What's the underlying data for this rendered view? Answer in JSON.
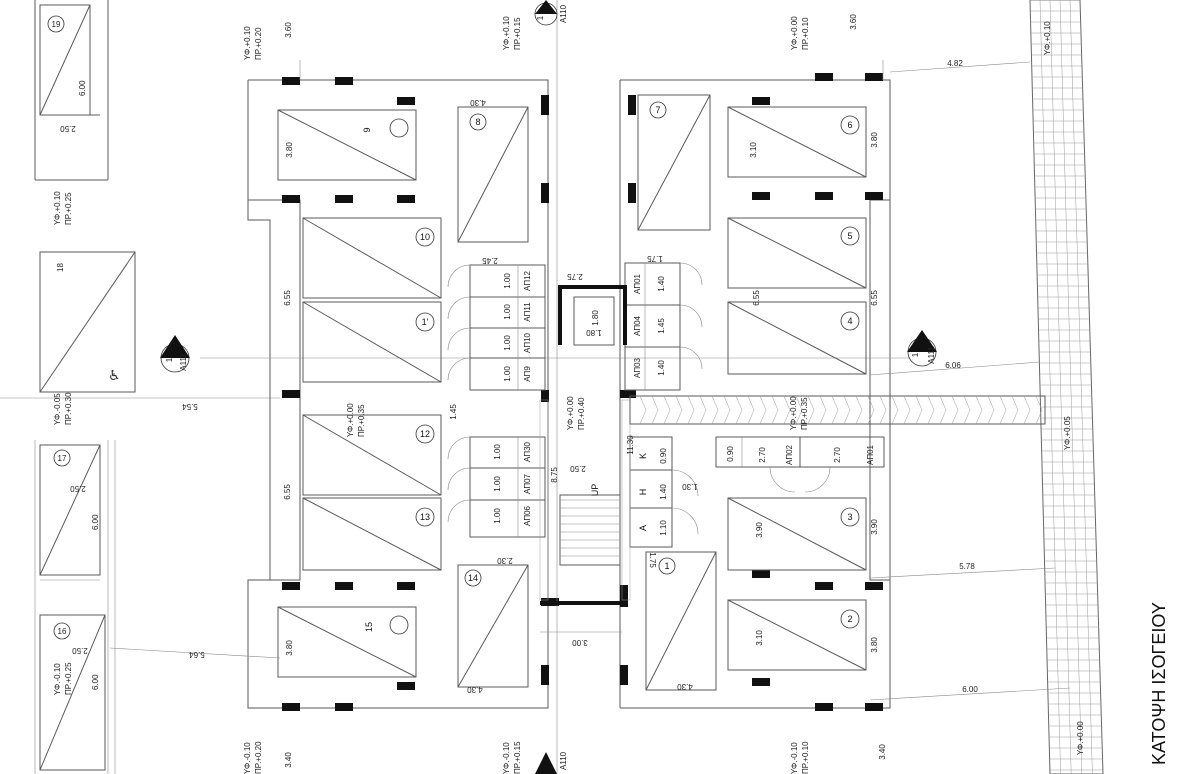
{
  "plan_title": "ΚΑΤΟΨΗ ΙΣΟΓΕΙΟΥ",
  "parking_spaces": [
    {
      "id": "19"
    },
    {
      "id": "18"
    },
    {
      "id": "17"
    },
    {
      "id": "16"
    },
    {
      "id": "15"
    },
    {
      "id": "14"
    },
    {
      "id": "13"
    },
    {
      "id": "12"
    },
    {
      "id": "1'"
    },
    {
      "id": "10"
    },
    {
      "id": "9"
    },
    {
      "id": "8"
    },
    {
      "id": "7"
    },
    {
      "id": "6"
    },
    {
      "id": "5"
    },
    {
      "id": "4"
    },
    {
      "id": "3"
    },
    {
      "id": "2"
    },
    {
      "id": "1"
    }
  ],
  "storage_rooms": [
    {
      "code": "ΑΠ12",
      "width": "1.00"
    },
    {
      "code": "ΑΠ11",
      "width": "1.00"
    },
    {
      "code": "ΑΠ10",
      "width": "1.00"
    },
    {
      "code": "ΑΠ9",
      "width": "1.00"
    },
    {
      "code": "ΑΠ30",
      "width": "1.00"
    },
    {
      "code": "ΑΠ07",
      "width": "1.00"
    },
    {
      "code": "ΑΠ06",
      "width": "1.00"
    },
    {
      "code": "ΑΠ01",
      "width": "1.40"
    },
    {
      "code": "ΑΠ04",
      "width": "1.45"
    },
    {
      "code": "ΑΠ03",
      "width": "1.40"
    },
    {
      "code": "ΑΠ02",
      "width": "2.70"
    },
    {
      "code": "ΑΠ01",
      "width": "2.70"
    }
  ],
  "levels": [
    {
      "yf": "ΥΦ.+0.10",
      "pr": "ΠΡ.+0.20"
    },
    {
      "yf": "ΥΦ.+0.10",
      "pr": "ΠΡ.+0.15"
    },
    {
      "yf": "ΥΦ.+0.00",
      "pr": "ΠΡ.+0.10"
    },
    {
      "yf": "ΥΦ.+0.10",
      "pr": "ΠΡ.+0.25"
    },
    {
      "yf": "ΥΦ.-0.05",
      "pr": "ΠΡ.+0.30"
    },
    {
      "yf": "ΥΦ.+0.00",
      "pr": "ΠΡ.+0.35"
    },
    {
      "yf": "ΥΦ.+0.00",
      "pr": "ΠΡ.+0.40"
    },
    {
      "yf": "ΥΦ.+0.00",
      "pr": "ΠΡ.+0.35"
    },
    {
      "yf": "ΥΦ.-0.10",
      "pr": "ΠΡ.+0.25"
    },
    {
      "yf": "ΥΦ.-0.10",
      "pr": "ΠΡ.+0.20"
    },
    {
      "yf": "ΥΦ.-0.10",
      "pr": "ΠΡ.+0.15"
    },
    {
      "yf": "ΥΦ.-0.10",
      "pr": "ΠΡ.+0.10"
    }
  ],
  "road_levels": [
    "ΥΦ.+0.10",
    "ΥΦ.+0.05",
    "ΥΦ.+0.00"
  ],
  "section_marks": [
    {
      "num": "1",
      "ref": "Α110"
    },
    {
      "num": "1",
      "ref": "Α111"
    },
    {
      "num": "1",
      "ref": "Α111"
    },
    {
      "num": "1",
      "ref": "Α110"
    }
  ],
  "dimensions": {
    "d_360_top": "3.60",
    "d_360_top2": "3.60",
    "d_482": "4.82",
    "d_430_a": "4.30",
    "d_380_a": "3.80",
    "d_380_b": "3.80",
    "d_310_a": "3.10",
    "d_245": "2.45",
    "d_275": "2.75",
    "d_175_a": "1.75",
    "d_180": "1.80",
    "d_180_b": "1.80",
    "d_655_a": "6.55",
    "d_655_b": "6.55",
    "d_655_c": "6.55",
    "d_606": "6.06",
    "d_554": "5.54",
    "d_145": "1.45",
    "d_1130": "11.30",
    "d_875": "8.75",
    "d_250": "2.50",
    "d_090": "0.90",
    "d_130": "1.30",
    "d_140_b": "1.40",
    "d_110": "1.10",
    "d_175_b": "1.75",
    "d_230": "2.30",
    "d_390_a": "3.90",
    "d_390_b": "3.90",
    "d_578": "5.78",
    "d_300": "3.00",
    "d_310_b": "3.10",
    "d_380_c": "3.80",
    "d_380_d": "3.80",
    "d_430_b": "4.30",
    "d_430_c": "4.30",
    "d_600_r": "6.00",
    "d_564": "5.64",
    "d_340_a": "3.40",
    "d_340_b": "3.40",
    "d_600_19": "6.00",
    "d_250_19": "2.50",
    "d_250_17": "2.50",
    "d_600_17": "6.00",
    "d_250_16": "2.50",
    "d_600_16": "6.00"
  },
  "corridor_labels": {
    "stairs": "UP",
    "k": "Κ",
    "h": "Η",
    "a": "Α"
  }
}
